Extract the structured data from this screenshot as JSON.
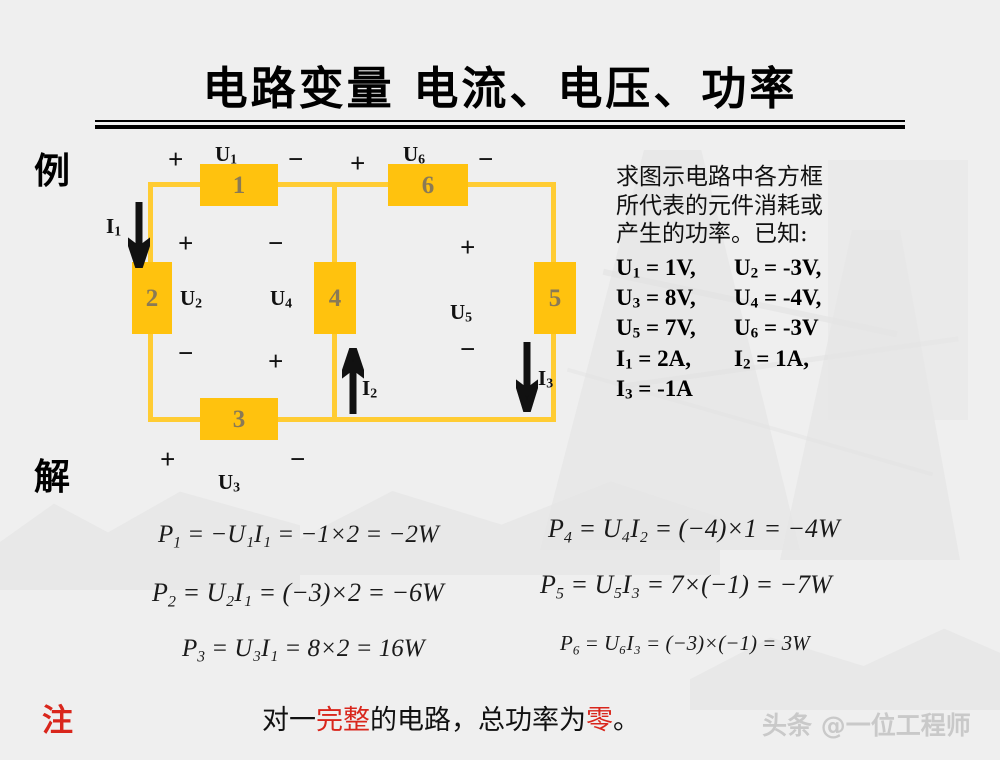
{
  "slide": {
    "title": "电路变量  电流、电压、功率",
    "background_color": "#efefef",
    "accent_color": "#ffc20e",
    "wire_color": "#ffcc33",
    "highlight_color": "#d9261c"
  },
  "margin": {
    "example_label": "例",
    "solution_label": "解"
  },
  "problem": {
    "statement_lines": [
      "求图示电路中各方框",
      "所代表的元件消耗或",
      "产生的功率。已知:"
    ],
    "given": [
      {
        "left_symbol": "U",
        "left_sub": "1",
        "left_value": "= 1V,",
        "right_symbol": "U",
        "right_sub": "2",
        "right_value": "= -3V,"
      },
      {
        "left_symbol": "U",
        "left_sub": "3",
        "left_value": "= 8V,",
        "right_symbol": "U",
        "right_sub": "4",
        "right_value": "= -4V,"
      },
      {
        "left_symbol": "U",
        "left_sub": "5",
        "left_value": "= 7V,",
        "right_symbol": "U",
        "right_sub": "6",
        "right_value": "= -3V"
      },
      {
        "left_symbol": "I",
        "left_sub": "1",
        "left_value": "= 2A,",
        "right_symbol": "I",
        "right_sub": "2",
        "right_value": "= 1A,"
      },
      {
        "left_symbol": "I",
        "left_sub": "3",
        "left_value": "= -1A",
        "right_symbol": "",
        "right_sub": "",
        "right_value": ""
      }
    ]
  },
  "circuit": {
    "boxes": [
      {
        "id": "1",
        "label": "1"
      },
      {
        "id": "2",
        "label": "2"
      },
      {
        "id": "3",
        "label": "3"
      },
      {
        "id": "4",
        "label": "4"
      },
      {
        "id": "5",
        "label": "5"
      },
      {
        "id": "6",
        "label": "6"
      }
    ],
    "voltage_labels": [
      {
        "name": "U1",
        "symbol": "U",
        "sub": "1"
      },
      {
        "name": "U2",
        "symbol": "U",
        "sub": "2"
      },
      {
        "name": "U3",
        "symbol": "U",
        "sub": "3"
      },
      {
        "name": "U4",
        "symbol": "U",
        "sub": "4"
      },
      {
        "name": "U5",
        "symbol": "U",
        "sub": "5"
      },
      {
        "name": "U6",
        "symbol": "U",
        "sub": "6"
      }
    ],
    "current_labels": [
      {
        "name": "I1",
        "symbol": "I",
        "sub": "1",
        "direction": "down"
      },
      {
        "name": "I2",
        "symbol": "I",
        "sub": "2",
        "direction": "up"
      },
      {
        "name": "I3",
        "symbol": "I",
        "sub": "3",
        "direction": "down"
      }
    ],
    "polarity": {
      "plus": "+",
      "minus": "−"
    }
  },
  "equations": {
    "p1": {
      "lhs": "P",
      "lhs_sub": "1",
      "body": "= −U₁I₁ = −1×2 = −2W",
      "parts": [
        "P",
        "1",
        "=",
        "−",
        "U",
        "1",
        "I",
        "1",
        "=",
        "−1",
        "×",
        "2",
        "=",
        "−2",
        "W"
      ]
    },
    "p2": {
      "lhs": "P",
      "lhs_sub": "2",
      "body": "= U₂I₁ = (−3)×2 = −6W"
    },
    "p3": {
      "lhs": "P",
      "lhs_sub": "3",
      "body": "= U₃I₁ = 8×2 = 16W"
    },
    "p4": {
      "lhs": "P",
      "lhs_sub": "4",
      "body": "= U₄I₂ = (−4)×1 = −4W"
    },
    "p5": {
      "lhs": "P",
      "lhs_sub": "5",
      "body": "= U₅I₃ = 7×(−1) = −7W"
    },
    "p6": {
      "lhs": "P",
      "lhs_sub": "6",
      "body": "= U₆I₃ = (−3)×(−1) = 3W"
    }
  },
  "note": {
    "mark": "注",
    "prefix": "对一",
    "highlight1": "完整",
    "middle": "的电路，总功率为",
    "highlight2": "零",
    "suffix": "。"
  },
  "watermark": {
    "text": "头条 @一位工程师"
  }
}
